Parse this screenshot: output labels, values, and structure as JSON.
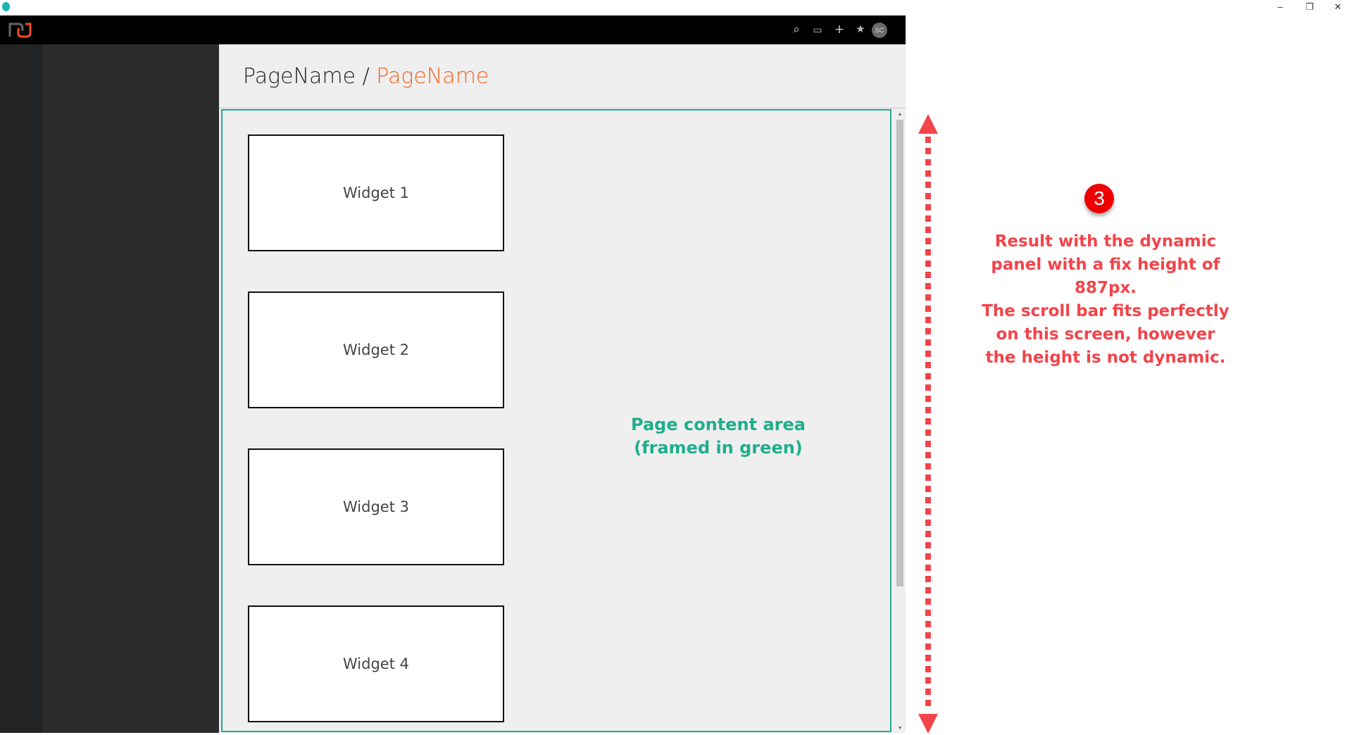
{
  "window": {
    "minimize": "–",
    "restore": "❐",
    "close": "✕"
  },
  "topbar": {
    "icons": [
      "search-icon",
      "chat-icon",
      "plus-icon",
      "star-icon"
    ],
    "avatar": "SC"
  },
  "breadcrumb": {
    "parent": "PageName",
    "separator": " / ",
    "current": "PageName"
  },
  "widgets": [
    {
      "label": "Widget 1"
    },
    {
      "label": "Widget 2"
    },
    {
      "label": "Widget 3"
    },
    {
      "label": "Widget 4"
    }
  ],
  "annotations": {
    "content_area": [
      "Page content area",
      "(framed in green)"
    ],
    "step_number": "3",
    "note": [
      "Result with the dynamic",
      "panel with a fix height of",
      "887px.",
      "The scroll bar fits perfectly",
      "on this screen, however",
      "the height is not dynamic."
    ]
  },
  "colors": {
    "accent": "#f26522",
    "frame": "#1fae8c",
    "annotation": "#f2444a"
  }
}
